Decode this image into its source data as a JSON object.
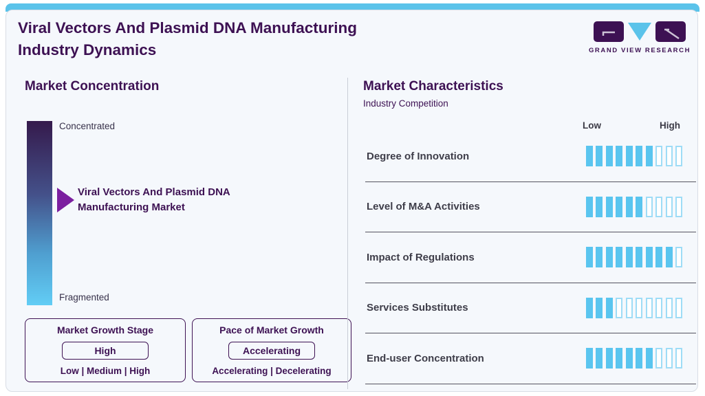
{
  "colors": {
    "brand_purple": "#3d1153",
    "accent_blue": "#5bc3ea",
    "bar_fill_blue": "#5ac5ef",
    "bar_empty_border": "#9edcf6",
    "pointer_purple": "#7c1fa0",
    "text_dark": "#37314a",
    "row_label": "#3e3d49",
    "divider_dark": "#54535e",
    "divider_light": "#c9cdd6",
    "card_bg": "#f5f8fc",
    "card_border": "#d8dde5",
    "gradient_top": "#351a4c",
    "gradient_bottom": "#62cdf5"
  },
  "header": {
    "title_line1": "Viral Vectors And Plasmid DNA Manufacturing",
    "title_line2": "Industry Dynamics",
    "logo_text": "GRAND VIEW RESEARCH"
  },
  "market_concentration": {
    "section_title": "Market Concentration",
    "scale_top_label": "Concentrated",
    "scale_bottom_label": "Fragmented",
    "market_label_line1": "Viral Vectors And Plasmid DNA",
    "market_label_line2": "Manufacturing Market",
    "pointer_position_pct_from_top": 43,
    "growth_stage_box": {
      "title": "Market Growth Stage",
      "value": "High",
      "options": "Low | Medium | High"
    },
    "pace_box": {
      "title": "Pace of Market Growth",
      "value": "Accelerating",
      "options": "Accelerating | Decelerating"
    }
  },
  "market_characteristics": {
    "section_title": "Market Characteristics",
    "subtitle": "Industry Competition",
    "scale_low_label": "Low",
    "scale_high_label": "High",
    "rows": [
      {
        "label": "Degree of Innovation",
        "filled": 7,
        "total": 10
      },
      {
        "label": "Level of M&A Activities",
        "filled": 6,
        "total": 10
      },
      {
        "label": "Impact of Regulations",
        "filled": 9,
        "total": 10
      },
      {
        "label": "Services Substitutes",
        "filled": 3,
        "total": 10
      },
      {
        "label": "End-user Concentration",
        "filled": 7,
        "total": 10
      }
    ]
  },
  "chart_data": {
    "type": "bar",
    "title": "Market Characteristics — Industry Competition",
    "categories": [
      "Degree of Innovation",
      "Level of M&A Activities",
      "Impact of Regulations",
      "Services Substitutes",
      "End-user Concentration"
    ],
    "values": [
      7,
      6,
      9,
      3,
      7
    ],
    "xlim": [
      0,
      10
    ],
    "units": "filled tick marks out of 10, scale Low to High",
    "legend": false,
    "layout": "horizontal tick-bar rating rows, right-aligned",
    "qualitative": {
      "market_concentration_pointer": "upper (Concentrated) portion of Concentrated-Fragmented scale",
      "market_growth_stage": "High",
      "pace_of_market_growth": "Accelerating"
    }
  }
}
